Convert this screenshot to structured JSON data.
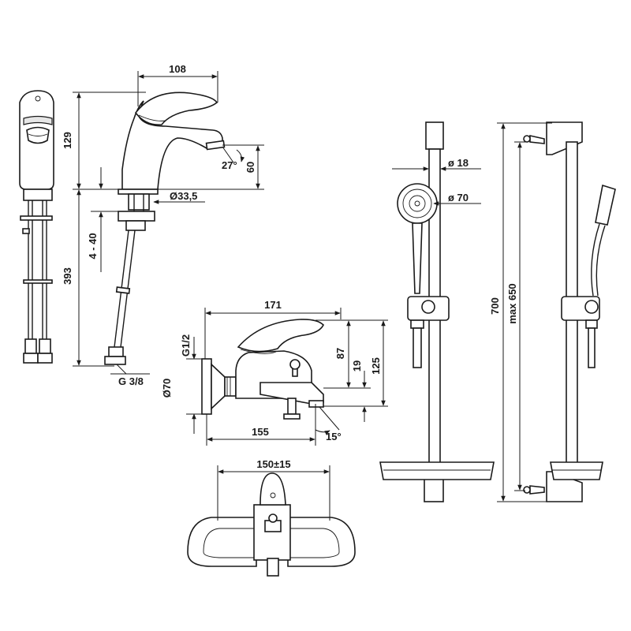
{
  "dimensions": {
    "basin_width": "108",
    "basin_height_upper": "129",
    "basin_angle": "27°",
    "basin_spout_height": "60",
    "basin_hole_diameter": "Ø33,5",
    "basin_deck_thickness": "4 - 40",
    "basin_lower_length": "393",
    "basin_hose_thread": "G 3/8",
    "bath_width": "171",
    "bath_thread": "G1/2",
    "bath_flange_diameter": "Ø70",
    "bath_height_87": "87",
    "bath_height_19": "19",
    "bath_height_125": "125",
    "bath_depth": "155",
    "bath_angle": "15°",
    "bath_centers": "150±15",
    "rail_diameter": "ø 18",
    "head_diameter": "ø 70",
    "rail_length": "700",
    "rail_max_centers": "max 650"
  },
  "colors": {
    "line": "#1a1a1a",
    "background": "#ffffff"
  }
}
